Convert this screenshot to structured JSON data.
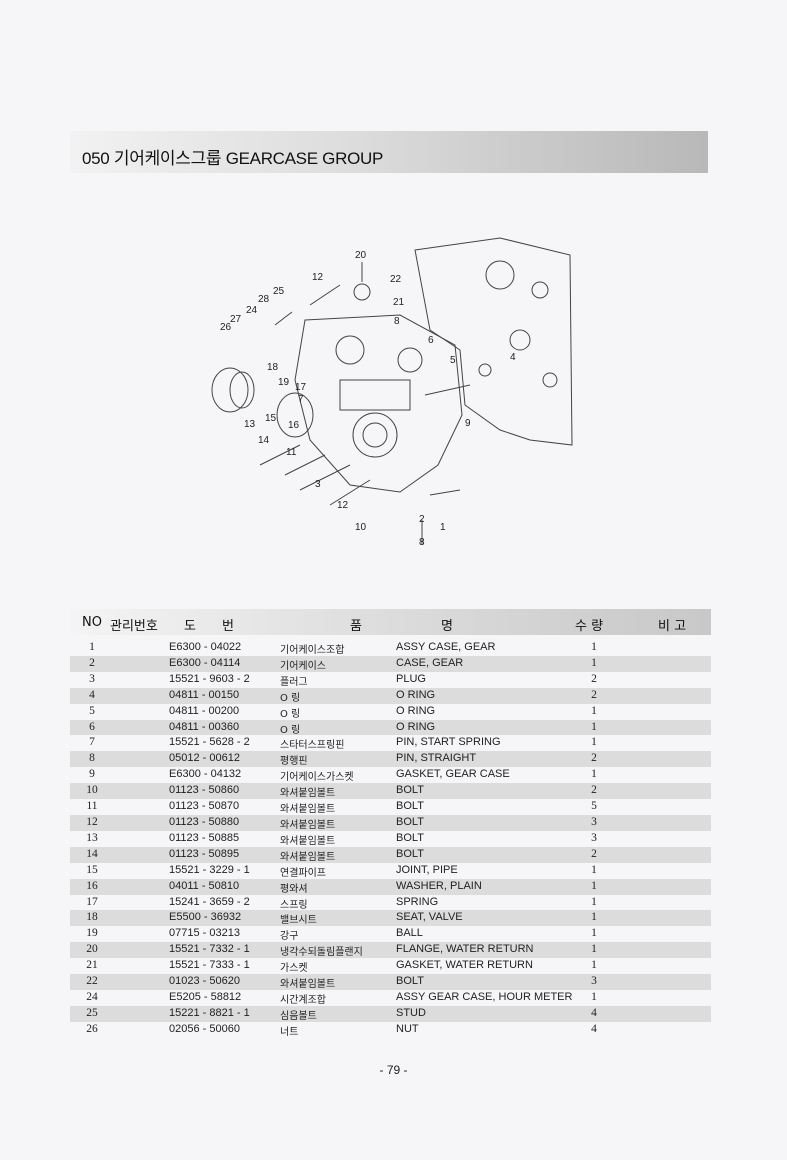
{
  "header": {
    "title": "050 기어케이스그룹 GEARCASE GROUP"
  },
  "diagram": {
    "callouts": [
      "20",
      "12",
      "22",
      "25",
      "28",
      "21",
      "27",
      "24",
      "26",
      "8",
      "6",
      "5",
      "4",
      "18",
      "19",
      "17",
      "7",
      "15",
      "13",
      "16",
      "9",
      "14",
      "11",
      "3",
      "1",
      "12",
      "10",
      "2",
      "8"
    ]
  },
  "table": {
    "headers": {
      "no": "NO",
      "mgmt": "관리번호",
      "drawing": "도　　번",
      "name_a": "품",
      "name_b": "명",
      "qty": "수 량",
      "remarks": "비 고"
    },
    "rows": [
      {
        "no": "1",
        "part": "E6300 - 04022",
        "kor": "기어케이스조합",
        "eng": "ASSY CASE, GEAR",
        "qty": "1"
      },
      {
        "no": "2",
        "part": "E6300 - 04114",
        "kor": "기어케이스",
        "eng": "CASE, GEAR",
        "qty": "1"
      },
      {
        "no": "3",
        "part": "15521 - 9603 - 2",
        "kor": "플러그",
        "eng": "PLUG",
        "qty": "2"
      },
      {
        "no": "4",
        "part": "04811 - 00150",
        "kor": "O 링",
        "eng": "O RING",
        "qty": "2"
      },
      {
        "no": "5",
        "part": "04811 - 00200",
        "kor": "O 링",
        "eng": "O RING",
        "qty": "1"
      },
      {
        "no": "6",
        "part": "04811 - 00360",
        "kor": "O 링",
        "eng": "O RING",
        "qty": "1"
      },
      {
        "no": "7",
        "part": "15521 - 5628 - 2",
        "kor": "스타터스프링핀",
        "eng": "PIN, START SPRING",
        "qty": "1"
      },
      {
        "no": "8",
        "part": "05012 - 00612",
        "kor": "평행핀",
        "eng": "PIN, STRAIGHT",
        "qty": "2"
      },
      {
        "no": "9",
        "part": "E6300 - 04132",
        "kor": "기어케이스가스켓",
        "eng": "GASKET, GEAR CASE",
        "qty": "1"
      },
      {
        "no": "10",
        "part": "01123 - 50860",
        "kor": "와셔붙임볼트",
        "eng": "BOLT",
        "qty": "2"
      },
      {
        "no": "11",
        "part": "01123 - 50870",
        "kor": "와셔붙임볼트",
        "eng": "BOLT",
        "qty": "5"
      },
      {
        "no": "12",
        "part": "01123 - 50880",
        "kor": "와셔붙임볼트",
        "eng": "BOLT",
        "qty": "3"
      },
      {
        "no": "13",
        "part": "01123 - 50885",
        "kor": "와셔붙임볼트",
        "eng": "BOLT",
        "qty": "3"
      },
      {
        "no": "14",
        "part": "01123 - 50895",
        "kor": "와셔붙임볼트",
        "eng": "BOLT",
        "qty": "2"
      },
      {
        "no": "15",
        "part": "15521 - 3229 - 1",
        "kor": "연결파이프",
        "eng": "JOINT, PIPE",
        "qty": "1"
      },
      {
        "no": "16",
        "part": "04011 - 50810",
        "kor": "평와셔",
        "eng": "WASHER, PLAIN",
        "qty": "1"
      },
      {
        "no": "17",
        "part": "15241 - 3659 - 2",
        "kor": "스프링",
        "eng": "SPRING",
        "qty": "1"
      },
      {
        "no": "18",
        "part": "E5500 - 36932",
        "kor": "밸브시트",
        "eng": "SEAT, VALVE",
        "qty": "1"
      },
      {
        "no": "19",
        "part": "07715 - 03213",
        "kor": "강구",
        "eng": "BALL",
        "qty": "1"
      },
      {
        "no": "20",
        "part": "15521 - 7332 - 1",
        "kor": "냉각수되돌림플랜지",
        "eng": "FLANGE, WATER RETURN",
        "qty": "1"
      },
      {
        "no": "21",
        "part": "15521 - 7333 - 1",
        "kor": "가스켓",
        "eng": "GASKET, WATER RETURN",
        "qty": "1"
      },
      {
        "no": "22",
        "part": "01023 - 50620",
        "kor": "와셔붙임볼트",
        "eng": "BOLT",
        "qty": "3"
      },
      {
        "no": "24",
        "part": "E5205 - 58812",
        "kor": "시간계조합",
        "eng": "ASSY GEAR CASE, HOUR METER",
        "qty": "1"
      },
      {
        "no": "25",
        "part": "15221 - 8821 - 1",
        "kor": "심음볼트",
        "eng": "STUD",
        "qty": "4"
      },
      {
        "no": "26",
        "part": "02056 - 50060",
        "kor": "너트",
        "eng": "NUT",
        "qty": "4"
      }
    ]
  },
  "footer": {
    "page": "- 79 -"
  }
}
